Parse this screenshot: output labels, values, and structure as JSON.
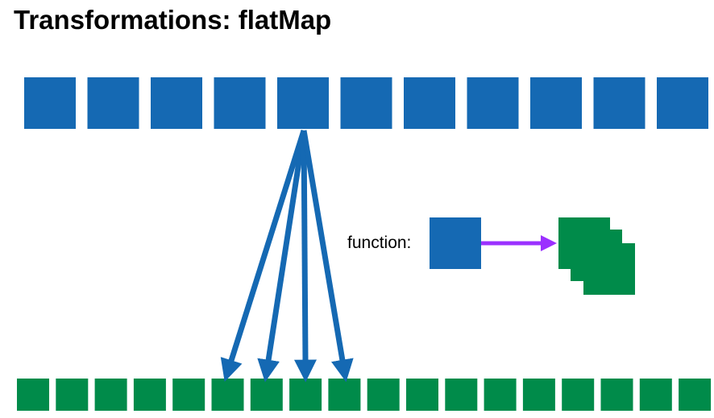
{
  "title": "Transformations: flatMap",
  "function_label": "function:",
  "colors": {
    "input_block": "#1569b3",
    "output_block": "#008b4a",
    "arrow_input_to_output": "#1569b3",
    "function_arrow": "#9b30ff"
  },
  "input_row": {
    "count": 11,
    "source_index": 4
  },
  "output_row": {
    "count": 18,
    "target_indices": [
      5,
      6,
      7,
      8
    ]
  },
  "function_example": {
    "input_blocks": 1,
    "output_blocks": 3
  }
}
